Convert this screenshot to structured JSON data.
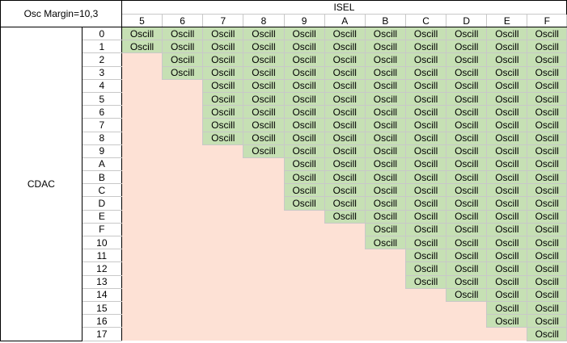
{
  "corner_label": "Osc Margin=10,3",
  "column_group_label": "ISEL",
  "row_group_label": "CDAC",
  "columns": [
    "5",
    "6",
    "7",
    "8",
    "9",
    "A",
    "B",
    "C",
    "D",
    "E",
    "F"
  ],
  "rows": [
    {
      "label": "0",
      "cells": [
        "Oscill",
        "Oscill",
        "Oscill",
        "Oscill",
        "Oscill",
        "Oscill",
        "Oscill",
        "Oscill",
        "Oscill",
        "Oscill",
        "Oscill"
      ]
    },
    {
      "label": "1",
      "cells": [
        "Oscill",
        "Oscill",
        "Oscill",
        "Oscill",
        "Oscill",
        "Oscill",
        "Oscill",
        "Oscill",
        "Oscill",
        "Oscill",
        "Oscill"
      ]
    },
    {
      "label": "2",
      "cells": [
        "",
        "Oscill",
        "Oscill",
        "Oscill",
        "Oscill",
        "Oscill",
        "Oscill",
        "Oscill",
        "Oscill",
        "Oscill",
        "Oscill"
      ]
    },
    {
      "label": "3",
      "cells": [
        "",
        "Oscill",
        "Oscill",
        "Oscill",
        "Oscill",
        "Oscill",
        "Oscill",
        "Oscill",
        "Oscill",
        "Oscill",
        "Oscill"
      ]
    },
    {
      "label": "4",
      "cells": [
        "",
        "",
        "Oscill",
        "Oscill",
        "Oscill",
        "Oscill",
        "Oscill",
        "Oscill",
        "Oscill",
        "Oscill",
        "Oscill"
      ]
    },
    {
      "label": "5",
      "cells": [
        "",
        "",
        "Oscill",
        "Oscill",
        "Oscill",
        "Oscill",
        "Oscill",
        "Oscill",
        "Oscill",
        "Oscill",
        "Oscill"
      ]
    },
    {
      "label": "6",
      "cells": [
        "",
        "",
        "Oscill",
        "Oscill",
        "Oscill",
        "Oscill",
        "Oscill",
        "Oscill",
        "Oscill",
        "Oscill",
        "Oscill"
      ]
    },
    {
      "label": "7",
      "cells": [
        "",
        "",
        "Oscill",
        "Oscill",
        "Oscill",
        "Oscill",
        "Oscill",
        "Oscill",
        "Oscill",
        "Oscill",
        "Oscill"
      ]
    },
    {
      "label": "8",
      "cells": [
        "",
        "",
        "Oscill",
        "Oscill",
        "Oscill",
        "Oscill",
        "Oscill",
        "Oscill",
        "Oscill",
        "Oscill",
        "Oscill"
      ]
    },
    {
      "label": "9",
      "cells": [
        "",
        "",
        "",
        "Oscill",
        "Oscill",
        "Oscill",
        "Oscill",
        "Oscill",
        "Oscill",
        "Oscill",
        "Oscill"
      ]
    },
    {
      "label": "A",
      "cells": [
        "",
        "",
        "",
        "",
        "Oscill",
        "Oscill",
        "Oscill",
        "Oscill",
        "Oscill",
        "Oscill",
        "Oscill"
      ]
    },
    {
      "label": "B",
      "cells": [
        "",
        "",
        "",
        "",
        "Oscill",
        "Oscill",
        "Oscill",
        "Oscill",
        "Oscill",
        "Oscill",
        "Oscill"
      ]
    },
    {
      "label": "C",
      "cells": [
        "",
        "",
        "",
        "",
        "Oscill",
        "Oscill",
        "Oscill",
        "Oscill",
        "Oscill",
        "Oscill",
        "Oscill"
      ]
    },
    {
      "label": "D",
      "cells": [
        "",
        "",
        "",
        "",
        "Oscill",
        "Oscill",
        "Oscill",
        "Oscill",
        "Oscill",
        "Oscill",
        "Oscill"
      ]
    },
    {
      "label": "E",
      "cells": [
        "",
        "",
        "",
        "",
        "",
        "Oscill",
        "Oscill",
        "Oscill",
        "Oscill",
        "Oscill",
        "Oscill"
      ]
    },
    {
      "label": "F",
      "cells": [
        "",
        "",
        "",
        "",
        "",
        "",
        "Oscill",
        "Oscill",
        "Oscill",
        "Oscill",
        "Oscill"
      ]
    },
    {
      "label": "10",
      "cells": [
        "",
        "",
        "",
        "",
        "",
        "",
        "Oscill",
        "Oscill",
        "Oscill",
        "Oscill",
        "Oscill"
      ]
    },
    {
      "label": "11",
      "cells": [
        "",
        "",
        "",
        "",
        "",
        "",
        "",
        "Oscill",
        "Oscill",
        "Oscill",
        "Oscill"
      ]
    },
    {
      "label": "12",
      "cells": [
        "",
        "",
        "",
        "",
        "",
        "",
        "",
        "Oscill",
        "Oscill",
        "Oscill",
        "Oscill"
      ]
    },
    {
      "label": "13",
      "cells": [
        "",
        "",
        "",
        "",
        "",
        "",
        "",
        "Oscill",
        "Oscill",
        "Oscill",
        "Oscill"
      ]
    },
    {
      "label": "14",
      "cells": [
        "",
        "",
        "",
        "",
        "",
        "",
        "",
        "",
        "Oscill",
        "Oscill",
        "Oscill"
      ]
    },
    {
      "label": "15",
      "cells": [
        "",
        "",
        "",
        "",
        "",
        "",
        "",
        "",
        "",
        "Oscill",
        "Oscill"
      ]
    },
    {
      "label": "16",
      "cells": [
        "",
        "",
        "",
        "",
        "",
        "",
        "",
        "",
        "",
        "Oscill",
        "Oscill"
      ]
    },
    {
      "label": "17",
      "cells": [
        "",
        "",
        "",
        "",
        "",
        "",
        "",
        "",
        "",
        "",
        "Oscill"
      ]
    }
  ],
  "colors": {
    "oscillating_fill": "#c6e0b4",
    "empty_fill": "#fde1d5",
    "border": "#000000",
    "gridline": "#c8c8c8"
  }
}
